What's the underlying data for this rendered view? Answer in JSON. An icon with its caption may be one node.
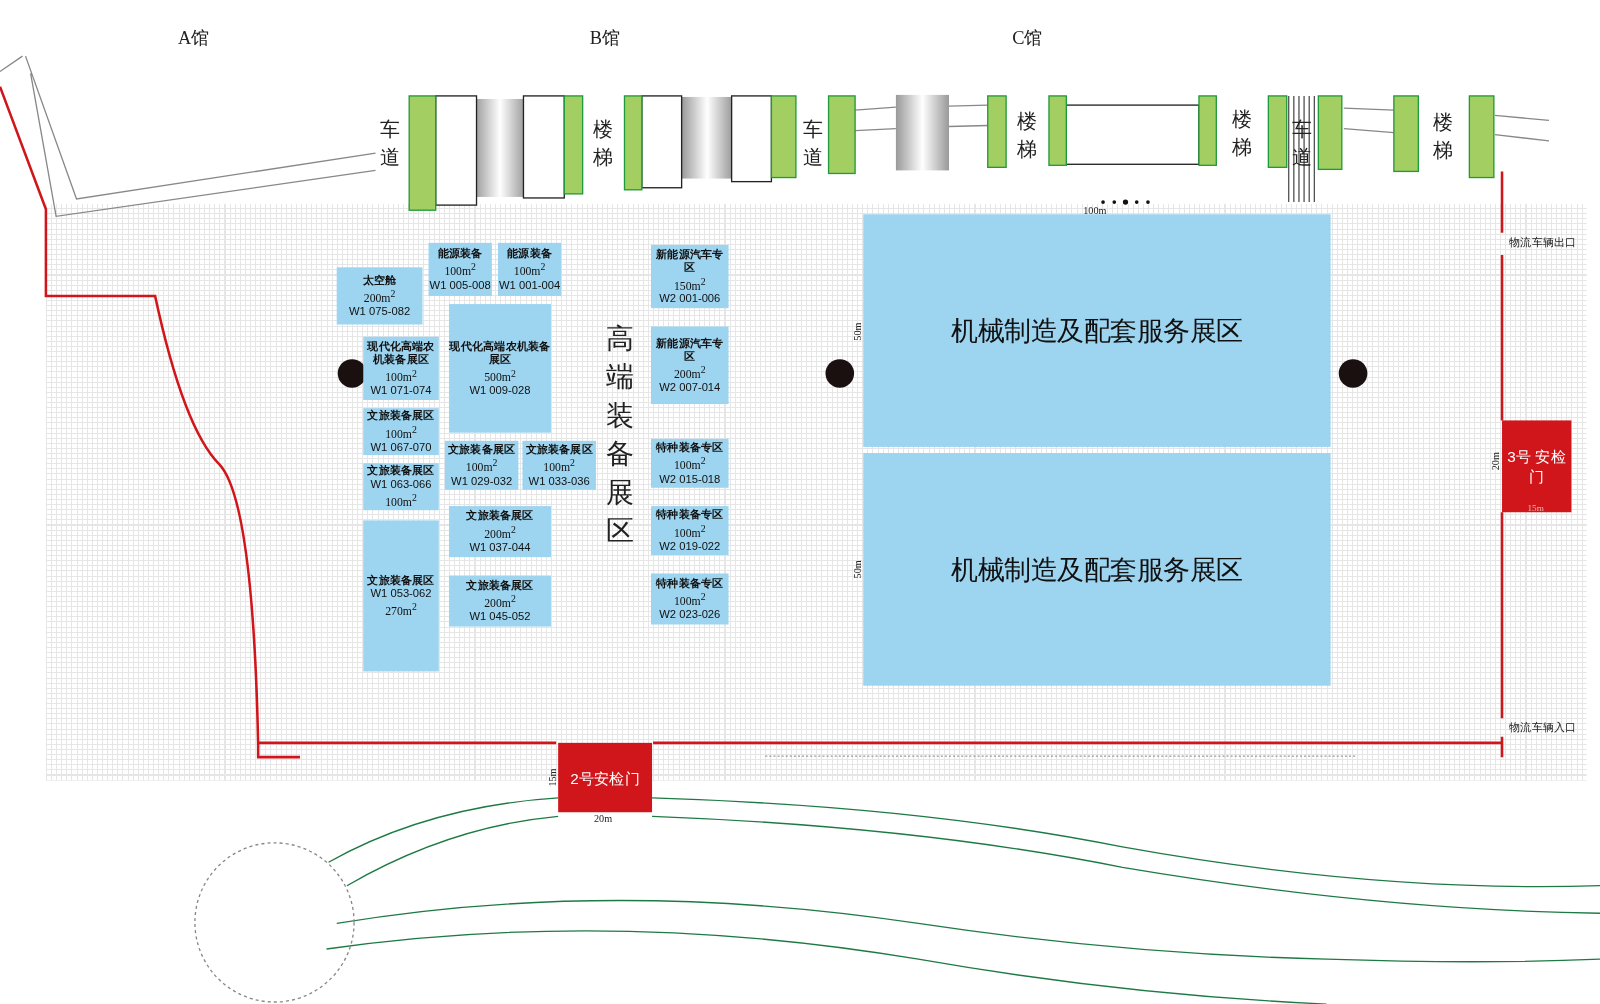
{
  "diagram": {
    "nodes": [
      {
        "text": [
          "太空舱",
          "200m$^{2}$",
          "W1 075-082"
        ]
      },
      {
        "text": [
          "能源装备",
          "100m$^{2}$",
          "W1 005-008"
        ]
      },
      {
        "text": [
          "能源装备",
          "100m$^{2}$",
          "W1 001-004"
        ]
      },
      {
        "text": [
          "现代化高端农机装备展区",
          "100m$^{2}$",
          "W1 071-074"
        ]
      },
      {
        "text": [
          "现代化高端农机装备展区",
          "500m$^{2}$",
          "W1 009-028"
        ]
      },
      {
        "text": [
          "文旅装备展区",
          "100m$^{2}$",
          "W1 067-070"
        ]
      },
      {
        "text": [
          "文旅装备展区",
          "100m$^{2}$",
          "W1 029-032"
        ]
      },
      {
        "text": [
          "文旅装备展区",
          "100m$^{2}$",
          "W1 033-036"
        ]
      },
      {
        "text": [
          "文旅装备展区",
          "W1 063-066",
          "100m$^{2}$"
        ]
      },
      {
        "text": [
          "文旅装备展区",
          "200m$^{2}$",
          "W1 037-044"
        ]
      },
      {
        "text": [
          "文旅装备展区",
          "W1 053-062",
          "270m$^{2}$"
        ]
      },
      {
        "text": [
          "文旅装备展区",
          "200m$^{2}$",
          "W1 045-052"
        ]
      },
      {
        "text": [
          "新能源汽车专区",
          "150m$^{2}$",
          "W2 001-006"
        ]
      },
      {
        "text": [
          "新能源汽车专区",
          "200m$^{2}$",
          "W2 007-014"
        ]
      },
      {
        "text": [
          "特种装备专区",
          "100m$^{2}$",
          "W2 015-018"
        ]
      },
      {
        "text": [
          "特种装备专区",
          "100m$^{2}$",
          "W2 019-022"
        ]
      },
      {
        "text": [
          "特种装备专区",
          "100m$^{2}$",
          "W2 023-026"
        ]
      },
      {
        "text": [
          "机械制造及配套服务展区"
        ]
      },
      {
        "text": [
          "机械制造及配套服务展区"
        ]
      },
      {
        "text": [
          "2号安检门"
        ]
      },
      {
        "text": [
          "3号 安检门"
        ]
      }
    ],
    "labels": [
      "A馆",
      "B馆",
      "C馆",
      "车道",
      "楼梯",
      "车道",
      "楼梯",
      "楼梯",
      "车道",
      "楼梯",
      "100m",
      "物流车辆出口",
      "50m",
      "高端装备展区",
      "20m",
      "15m",
      "50m",
      "物流车辆入口",
      "15m",
      "20m"
    ]
  }
}
